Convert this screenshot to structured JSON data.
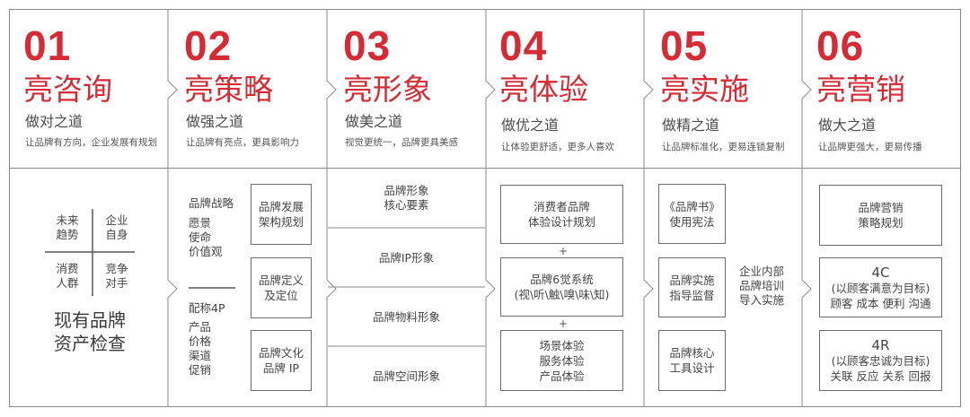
{
  "columns": [
    {
      "num": "01",
      "title": "亮咨询",
      "sub": "做对之道",
      "desc": "让品牌有方向，企业发展有规划"
    },
    {
      "num": "02",
      "title": "亮策略",
      "sub": "做强之道",
      "desc": "让品牌有亮点，更具影响力"
    },
    {
      "num": "03",
      "title": "亮形象",
      "sub": "做美之道",
      "desc": "视觉更统一，品牌更具美感"
    },
    {
      "num": "04",
      "title": "亮体验",
      "sub": "做优之道",
      "desc": "让体验更舒适，更多人喜欢"
    },
    {
      "num": "05",
      "title": "亮实施",
      "sub": "做精之道",
      "desc": "让品牌标准化，更易连锁复制"
    },
    {
      "num": "06",
      "title": "亮营销",
      "sub": "做大之道",
      "desc": "让品牌更强大，更易传播"
    }
  ],
  "col1": {
    "q1": "未来\n趋势",
    "q2": "企业\n自身",
    "q3": "消费\n人群",
    "q4": "竞争\n对手",
    "main": "现有品牌\n资产检查"
  },
  "col2": {
    "strategy": "品牌战略",
    "strategy_items": "愿景\n使命\n价值观",
    "match": "配称4P",
    "match_items": "产品\n价格\n渠道\n促销",
    "box1": "品牌发展\n架构规划",
    "box2": "品牌定义\n及定位",
    "box3": "品牌文化\n品牌 IP"
  },
  "col3": {
    "r1": "品牌形象\n核心要素",
    "r2": "品牌IP形象",
    "r3": "品牌物料形象",
    "r4": "品牌空间形象"
  },
  "col4": {
    "box1": "消费者品牌\n体验设计规划",
    "plus": "+",
    "box2": "品牌6觉系统\n(视\\听\\触\\嗅\\味\\知)",
    "box3": "场景体验\n服务体验\n产品体验"
  },
  "col5": {
    "box1": "《品牌书》\n使用宪法",
    "box2": "品牌实施\n指导监督",
    "box3": "品牌核心\n工具设计",
    "side": "企业内部\n品牌培训\n导入实施"
  },
  "col6": {
    "box1": "品牌营销\n策略规划",
    "box2_title": "4C",
    "box2_body": "(以顾客满意为目标)\n顾客 成本 便利 沟通",
    "box3_title": "4R",
    "box3_body": "(以顾客忠诚为目标)\n关联 反应 关系 回报"
  },
  "colors": {
    "accent": "#d62b35",
    "line": "#8a8a8a",
    "box": "#6b6b6b"
  }
}
